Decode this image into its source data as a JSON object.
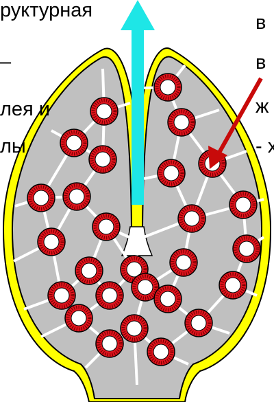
{
  "left_caption": {
    "line1": "руктурная",
    "line2": "–",
    "line3": "лея и",
    "line4": "лы"
  },
  "right_caption": {
    "line1": "в",
    "line2": "в",
    "line3": "ж",
    "line4": "- х"
  },
  "colors": {
    "outer_membrane": "#ffff00",
    "tissue": "#c0c0c0",
    "outline": "#000000",
    "cell_ring": "#e0141e",
    "cell_lumen": "#ffffff",
    "channels": "#ffffff",
    "flow_arrow": "#1ee6e6",
    "pointer_arrow": "#c80a0a"
  },
  "icons": {
    "flow_arrow": "cyan-up-arrow-icon",
    "pointer_arrow": "red-pointer-arrow-icon"
  }
}
